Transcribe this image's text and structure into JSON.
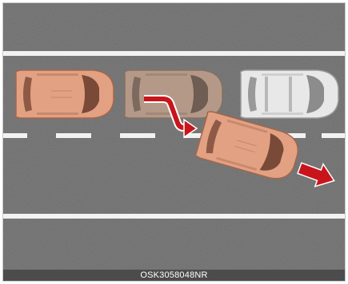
{
  "figure": {
    "caption": "OSK3058048NR"
  },
  "scene": {
    "road_color": "#6d6d6d",
    "lane_line_color": "#f2f2f2",
    "highlight_vehicle_color": "#e3a183",
    "shadow_vehicle_color": "#b49988",
    "other_vehicle_color": "#e8e8e8",
    "arrow_color": "#c8151b",
    "vehicles": [
      {
        "role": "following-vehicle",
        "color": "highlight"
      },
      {
        "role": "former-position-of-lane-changing-vehicle",
        "color": "shadow"
      },
      {
        "role": "lead-vehicle",
        "color": "other"
      },
      {
        "role": "lane-changing-vehicle",
        "color": "highlight"
      }
    ],
    "arrows": [
      {
        "role": "lane-change-path-arrow"
      },
      {
        "role": "direction-of-travel-arrow"
      }
    ]
  }
}
